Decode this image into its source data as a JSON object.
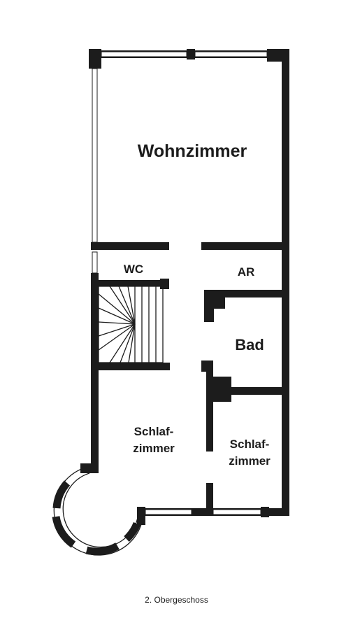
{
  "plan": {
    "caption": "2. Obergeschoss",
    "rooms": {
      "wohnzimmer": "Wohnzimmer",
      "wc": "WC",
      "ar": "AR",
      "bad": "Bad",
      "schlaf_left_1": "Schlaf-",
      "schlaf_left_2": "zimmer",
      "schlaf_right_1": "Schlaf-",
      "schlaf_right_2": "zimmer"
    },
    "stair_steps": 12
  }
}
